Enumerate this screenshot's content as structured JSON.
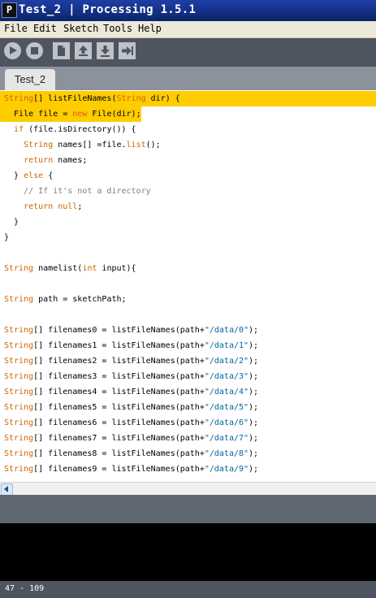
{
  "window": {
    "title": "Test_2 | Processing 1.5.1",
    "icon_letter": "P"
  },
  "menu": [
    {
      "label": "File"
    },
    {
      "label": "Edit"
    },
    {
      "label": "Sketch"
    },
    {
      "label": "Tools"
    },
    {
      "label": "Help"
    }
  ],
  "toolbar": {
    "buttons": [
      "run-icon",
      "stop-icon",
      "new-icon",
      "open-icon",
      "save-icon",
      "export-icon"
    ]
  },
  "tabs": [
    {
      "label": "Test_2"
    }
  ],
  "code_lines": [
    [
      {
        "c": "kw",
        "t": "String"
      },
      {
        "t": "[] listFileNames("
      },
      {
        "c": "kw",
        "t": "String"
      },
      {
        "t": " dir) {"
      }
    ],
    [
      {
        "t": "  File file = "
      },
      {
        "c": "kw",
        "t": "new"
      },
      {
        "t": " File(dir);"
      }
    ],
    [
      {
        "t": "  "
      },
      {
        "c": "kw",
        "t": "if"
      },
      {
        "t": " (file.isDirectory()) {"
      }
    ],
    [
      {
        "t": "    "
      },
      {
        "c": "kw",
        "t": "String"
      },
      {
        "t": " names[] =file."
      },
      {
        "c": "kw",
        "t": "list"
      },
      {
        "t": "();"
      }
    ],
    [
      {
        "t": "    "
      },
      {
        "c": "kw",
        "t": "return"
      },
      {
        "t": " names;"
      }
    ],
    [
      {
        "t": "  } "
      },
      {
        "c": "kw",
        "t": "else"
      },
      {
        "t": " {"
      }
    ],
    [
      {
        "c": "cm",
        "t": "    // If it's not a directory"
      }
    ],
    [
      {
        "t": "    "
      },
      {
        "c": "kw",
        "t": "return"
      },
      {
        "t": " "
      },
      {
        "c": "kw",
        "t": "null"
      },
      {
        "t": ";"
      }
    ],
    [
      {
        "t": "  }"
      }
    ],
    [
      {
        "t": "}"
      }
    ],
    [],
    [
      {
        "c": "kw",
        "t": "String"
      },
      {
        "t": " namelist("
      },
      {
        "c": "kw",
        "t": "int"
      },
      {
        "t": " input){"
      }
    ],
    [],
    [
      {
        "c": "kw",
        "t": "String"
      },
      {
        "t": " path = sketchPath;"
      }
    ],
    [],
    [
      {
        "c": "kw",
        "t": "String"
      },
      {
        "t": "[] filenames0 = listFileNames(path+"
      },
      {
        "c": "str",
        "t": "\"/data/0\""
      },
      {
        "t": ");"
      }
    ],
    [
      {
        "c": "kw",
        "t": "String"
      },
      {
        "t": "[] filenames1 = listFileNames(path+"
      },
      {
        "c": "str",
        "t": "\"/data/1\""
      },
      {
        "t": ");"
      }
    ],
    [
      {
        "c": "kw",
        "t": "String"
      },
      {
        "t": "[] filenames2 = listFileNames(path+"
      },
      {
        "c": "str",
        "t": "\"/data/2\""
      },
      {
        "t": ");"
      }
    ],
    [
      {
        "c": "kw",
        "t": "String"
      },
      {
        "t": "[] filenames3 = listFileNames(path+"
      },
      {
        "c": "str",
        "t": "\"/data/3\""
      },
      {
        "t": ");"
      }
    ],
    [
      {
        "c": "kw",
        "t": "String"
      },
      {
        "t": "[] filenames4 = listFileNames(path+"
      },
      {
        "c": "str",
        "t": "\"/data/4\""
      },
      {
        "t": ");"
      }
    ],
    [
      {
        "c": "kw",
        "t": "String"
      },
      {
        "t": "[] filenames5 = listFileNames(path+"
      },
      {
        "c": "str",
        "t": "\"/data/5\""
      },
      {
        "t": ");"
      }
    ],
    [
      {
        "c": "kw",
        "t": "String"
      },
      {
        "t": "[] filenames6 = listFileNames(path+"
      },
      {
        "c": "str",
        "t": "\"/data/6\""
      },
      {
        "t": ");"
      }
    ],
    [
      {
        "c": "kw",
        "t": "String"
      },
      {
        "t": "[] filenames7 = listFileNames(path+"
      },
      {
        "c": "str",
        "t": "\"/data/7\""
      },
      {
        "t": ");"
      }
    ],
    [
      {
        "c": "kw",
        "t": "String"
      },
      {
        "t": "[] filenames8 = listFileNames(path+"
      },
      {
        "c": "str",
        "t": "\"/data/8\""
      },
      {
        "t": ");"
      }
    ],
    [
      {
        "c": "kw",
        "t": "String"
      },
      {
        "t": "[] filenames9 = listFileNames(path+"
      },
      {
        "c": "str",
        "t": "\"/data/9\""
      },
      {
        "t": ");"
      }
    ]
  ],
  "status": {
    "line_range": "47 - 109"
  },
  "colors": {
    "keyword": "#cc6600",
    "string": "#006699",
    "comment": "#7e7e7e",
    "highlight": "#ffcc00"
  }
}
